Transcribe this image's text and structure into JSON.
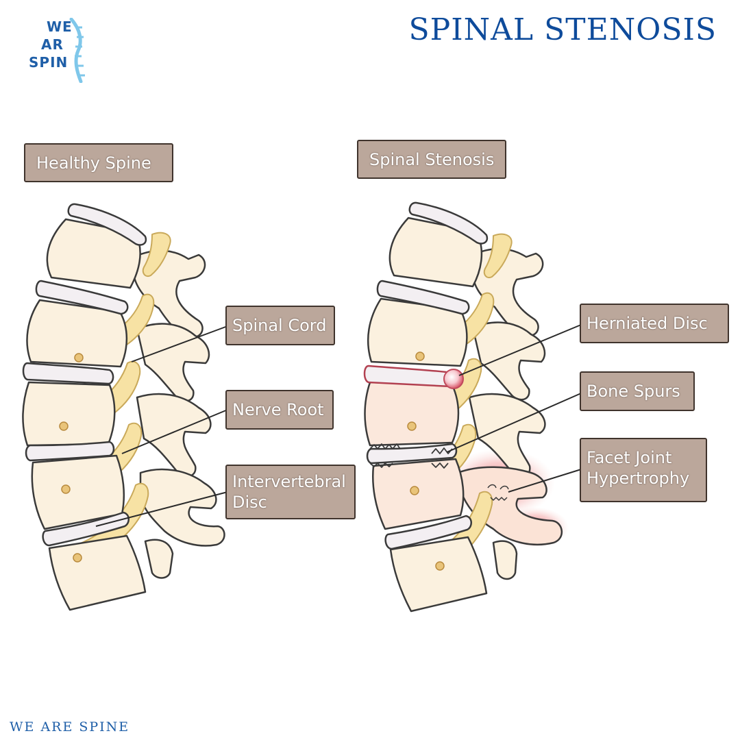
{
  "logo": {
    "line1": "WE",
    "line2": "AR",
    "line3": "SPIN",
    "brand_color": "#1f5fa8",
    "accent_color": "#7fc7ea"
  },
  "title": "SPINAL STENOSIS",
  "panels": {
    "healthy": {
      "label": "Healthy Spine"
    },
    "stenosis": {
      "label": "Spinal Stenosis"
    }
  },
  "callouts": {
    "spinal_cord": "Spinal Cord",
    "nerve_root": "Nerve Root",
    "intervertebral_disc": {
      "line1": "Intervertebral",
      "line2": "Disc"
    },
    "herniated_disc": "Herniated Disc",
    "bone_spurs": "Bone Spurs",
    "facet_joint": {
      "line1": "Facet Joint",
      "line2": "Hypertrophy"
    }
  },
  "footer": "WE ARE SPINE",
  "colors": {
    "title": "#0e4b9b",
    "label_bg": "#bba79b",
    "bone": "#fbf1df",
    "nerve": "#f7e2a4",
    "disc": "#f3eff2",
    "inflammation": "#f2a6a6"
  }
}
